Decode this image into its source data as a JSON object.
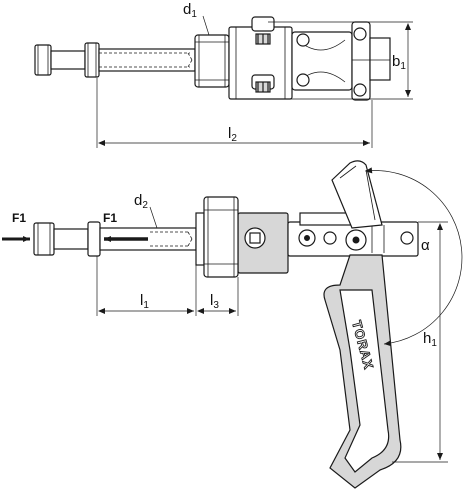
{
  "labels": {
    "d1_main": "d",
    "d1_sub": "1",
    "b1_main": "b",
    "b1_sub": "1",
    "l2_main": "l",
    "l2_sub": "2",
    "d2_main": "d",
    "d2_sub": "2",
    "l1_main": "l",
    "l1_sub": "1",
    "l3_main": "l",
    "l3_sub": "3",
    "h1_main": "h",
    "h1_sub": "1",
    "alpha": "α",
    "force_left": "F1",
    "force_inner": "F1"
  },
  "brand": "TORAX",
  "colors": {
    "line": "#1a1a1a",
    "fill": "#d7d7d7",
    "background": "#ffffff"
  }
}
